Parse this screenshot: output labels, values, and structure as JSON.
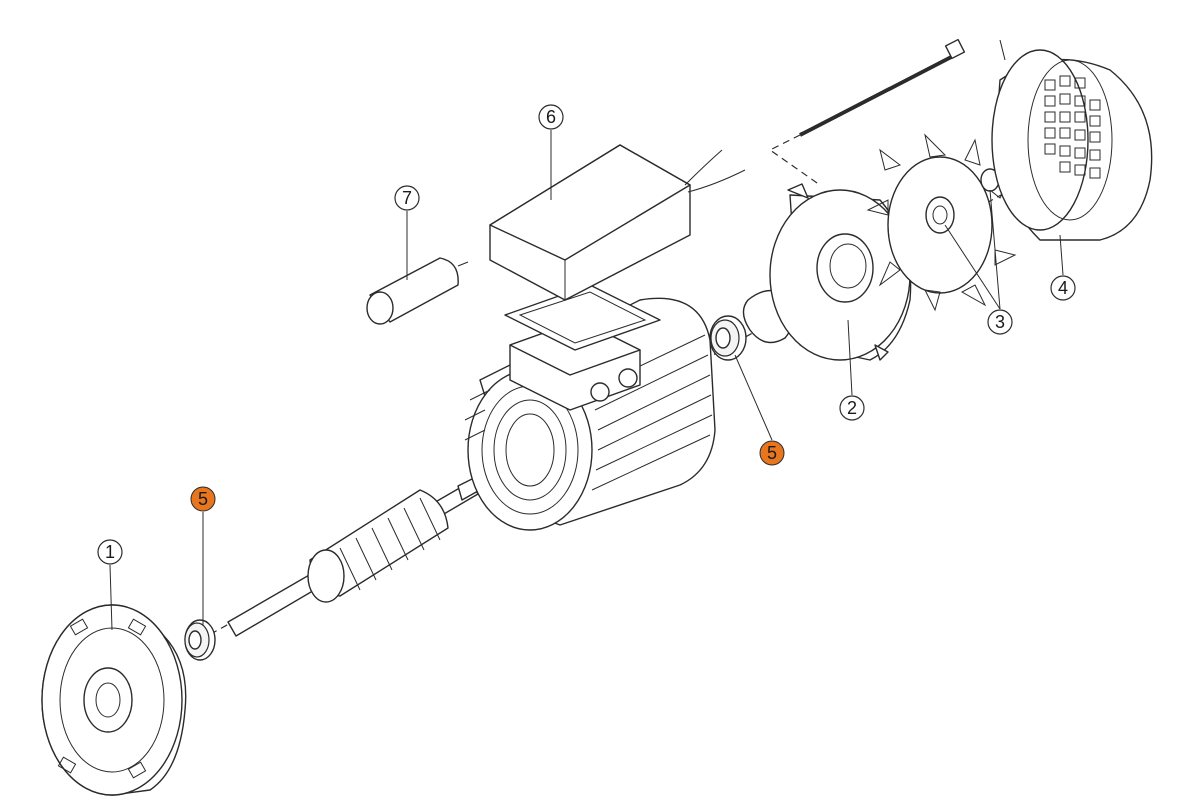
{
  "callouts": [
    {
      "id": "callout-1",
      "label": "1",
      "highlight": false
    },
    {
      "id": "callout-2",
      "label": "2",
      "highlight": false
    },
    {
      "id": "callout-3",
      "label": "3",
      "highlight": false
    },
    {
      "id": "callout-4",
      "label": "4",
      "highlight": false
    },
    {
      "id": "callout-5a",
      "label": "5",
      "highlight": true
    },
    {
      "id": "callout-5b",
      "label": "5",
      "highlight": true
    },
    {
      "id": "callout-6",
      "label": "6",
      "highlight": false
    },
    {
      "id": "callout-7",
      "label": "7",
      "highlight": false
    }
  ],
  "colors": {
    "highlight": "#e8761e",
    "line": "#2b2b2b",
    "background": "#ffffff"
  }
}
